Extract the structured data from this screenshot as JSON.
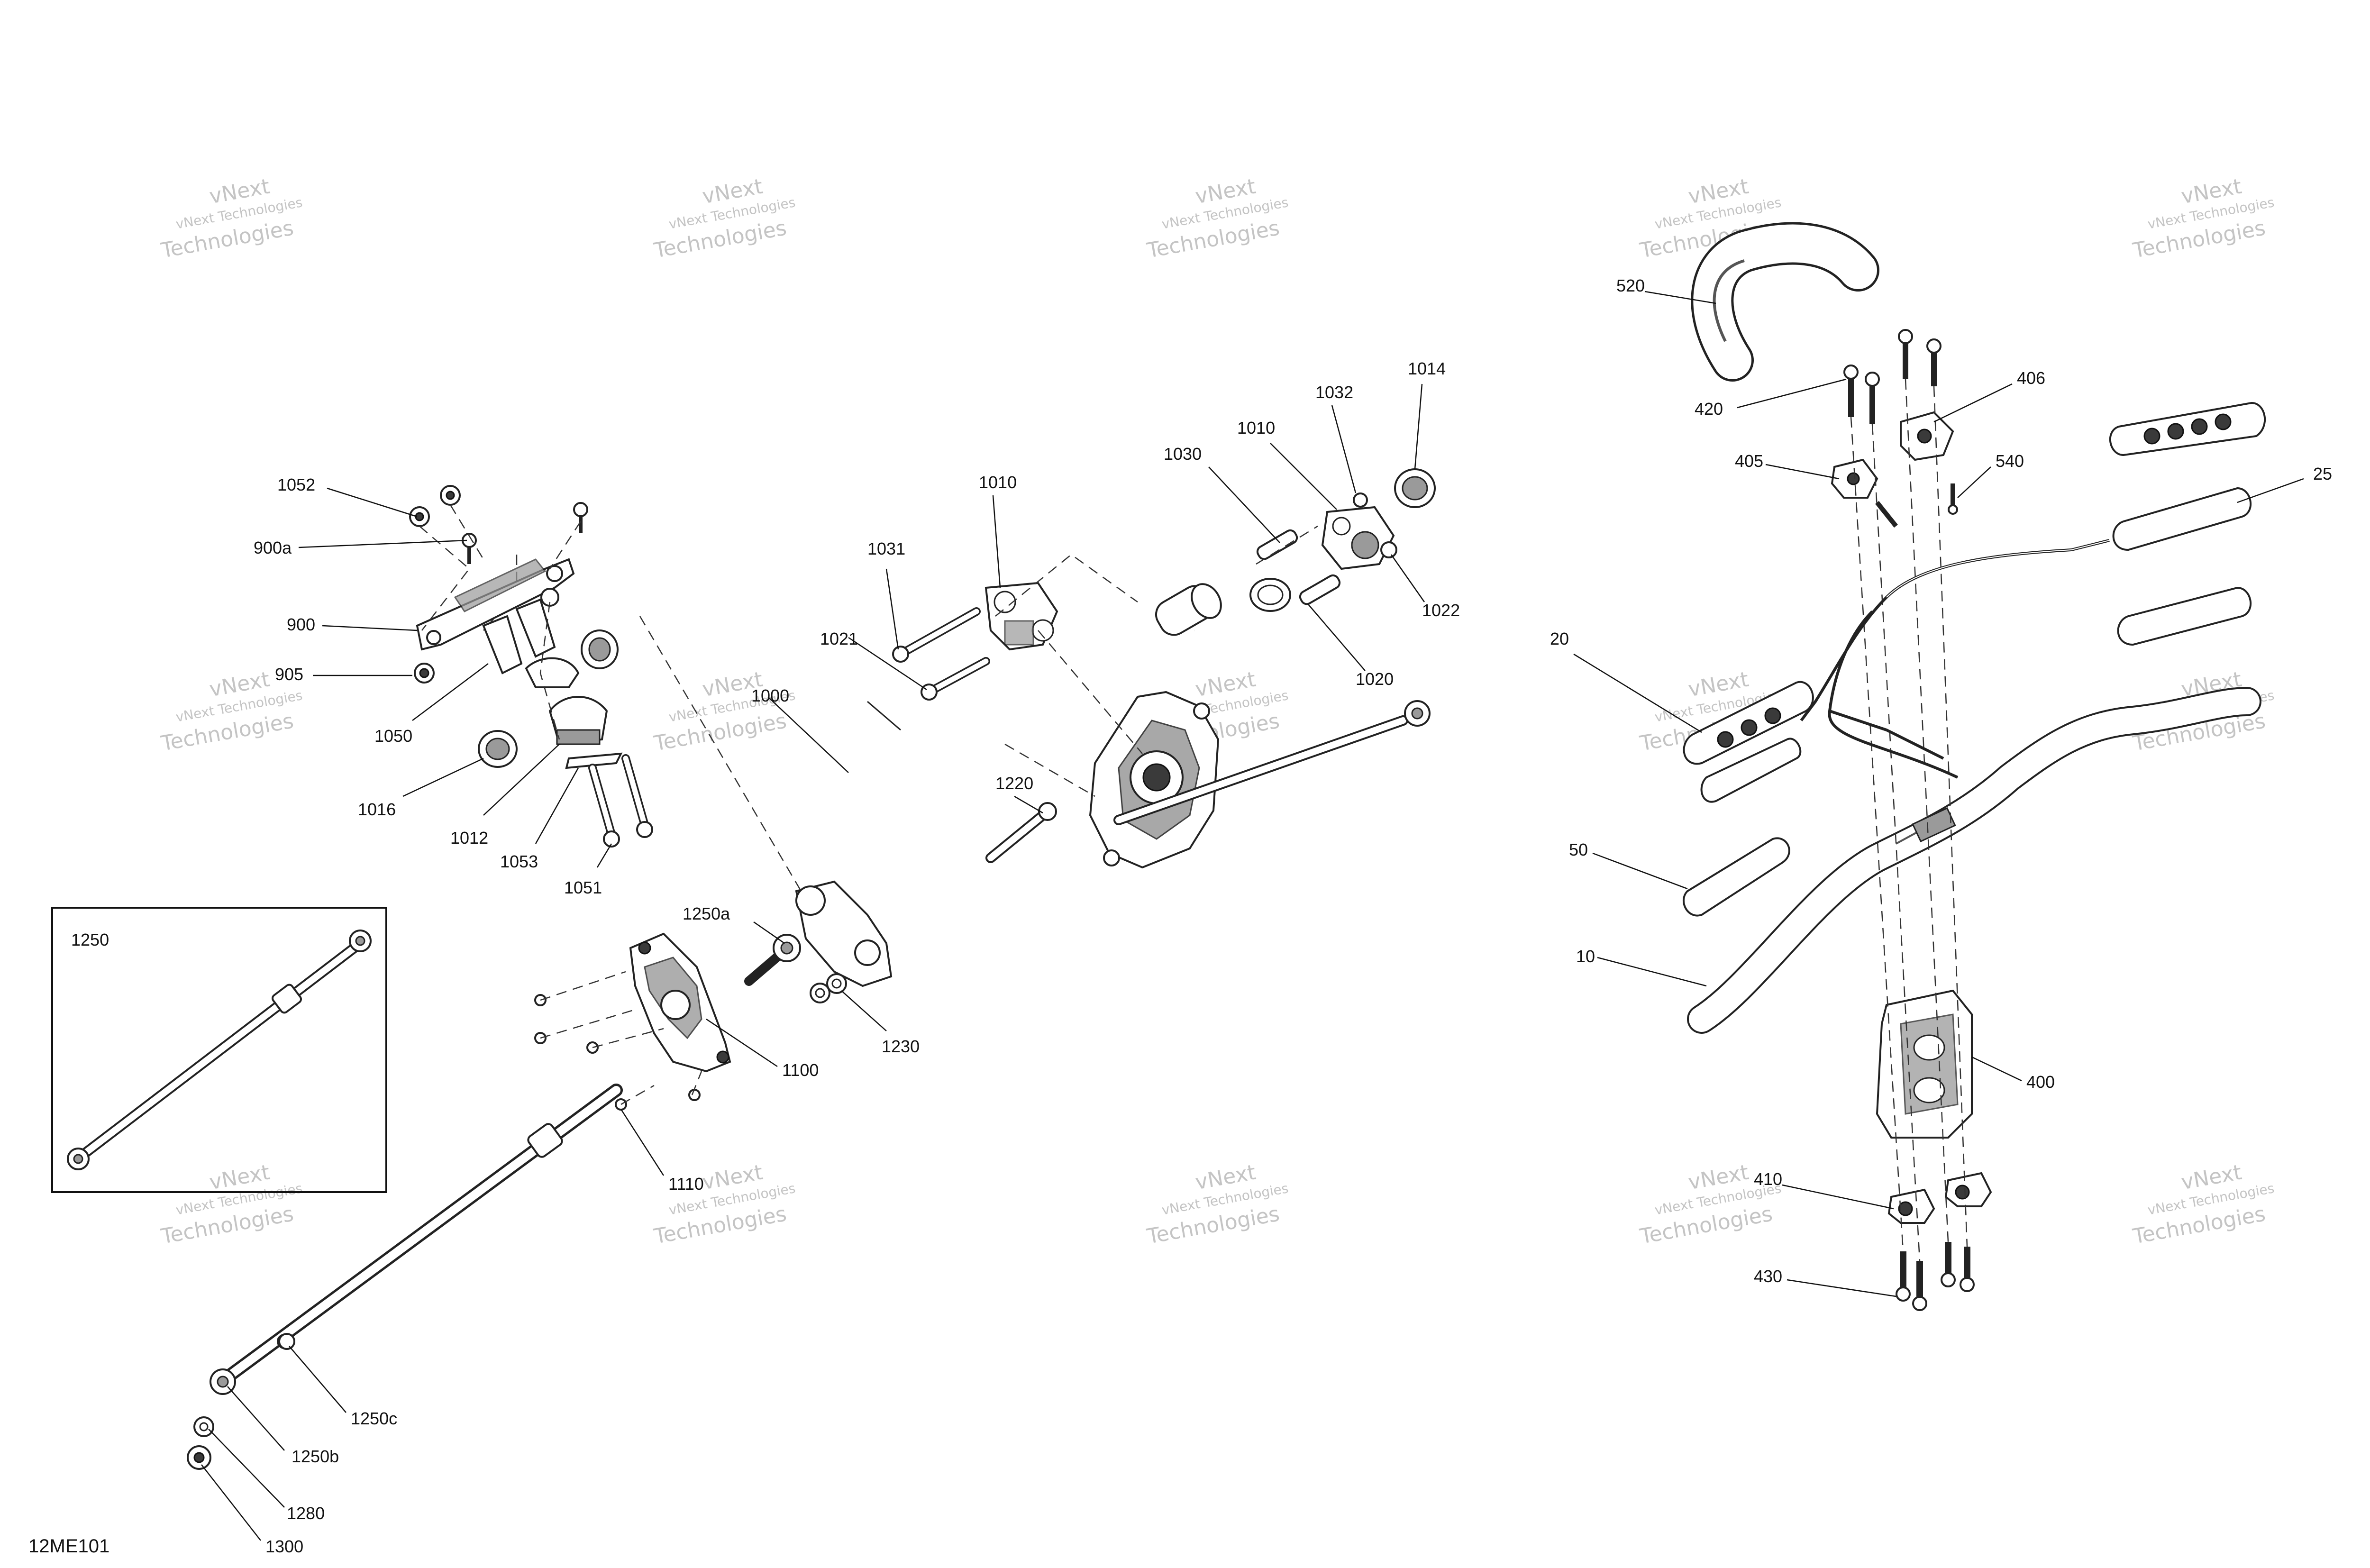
{
  "diagram_code": "12ME101",
  "watermark": {
    "line1": "vNext",
    "line2": "vNext Technologies",
    "line3": "Technologies"
  },
  "inset_label": "1250",
  "callouts": {
    "c1052": "1052",
    "c900a": "900a",
    "c900": "900",
    "c905": "905",
    "c1050": "1050",
    "c1016": "1016",
    "c1012": "1012",
    "c1053": "1053",
    "c1051": "1051",
    "c1031": "1031",
    "c1010a": "1010",
    "c1021": "1021",
    "c1000": "1000",
    "c1030": "1030",
    "c1010b": "1010",
    "c1032": "1032",
    "c1014": "1014",
    "c1022": "1022",
    "c1020": "1020",
    "c1220": "1220",
    "c1250a": "1250a",
    "c1230": "1230",
    "c1100": "1100",
    "c1110": "1110",
    "c1250c": "1250c",
    "c1250b": "1250b",
    "c1280": "1280",
    "c1300": "1300",
    "c520": "520",
    "c420": "420",
    "c406": "406",
    "c405": "405",
    "c540": "540",
    "c25": "25",
    "c20": "20",
    "c50": "50",
    "c10": "10",
    "c400": "400",
    "c410": "410",
    "c430": "430"
  }
}
